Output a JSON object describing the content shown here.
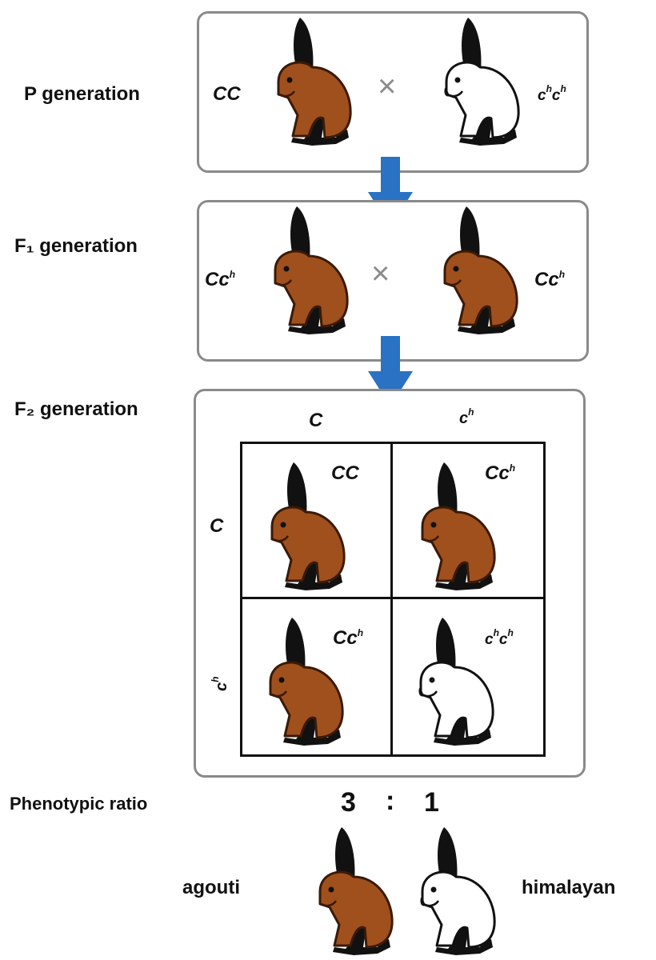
{
  "labels": {
    "p_generation": "P generation",
    "f1_generation": "F₁ generation",
    "f2_generation": "F₂ generation",
    "phenotypic_ratio": "Phenotypic ratio"
  },
  "genotypes": {
    "cc": "CC",
    "big_c": "C",
    "small_c": "c",
    "sup_h": "h",
    "cross_sign": "×"
  },
  "ratio": {
    "left": "3",
    "colon": ":",
    "right": "1"
  },
  "phenotypes": {
    "dominant": "agouti",
    "recessive": "himalayan"
  },
  "colors": {
    "agouti_fur": "#a0501c",
    "himalayan_fur": "#ffffff",
    "points": "#111111",
    "arrow": "#2a72c4",
    "panel_border": "#8a8a8a"
  }
}
